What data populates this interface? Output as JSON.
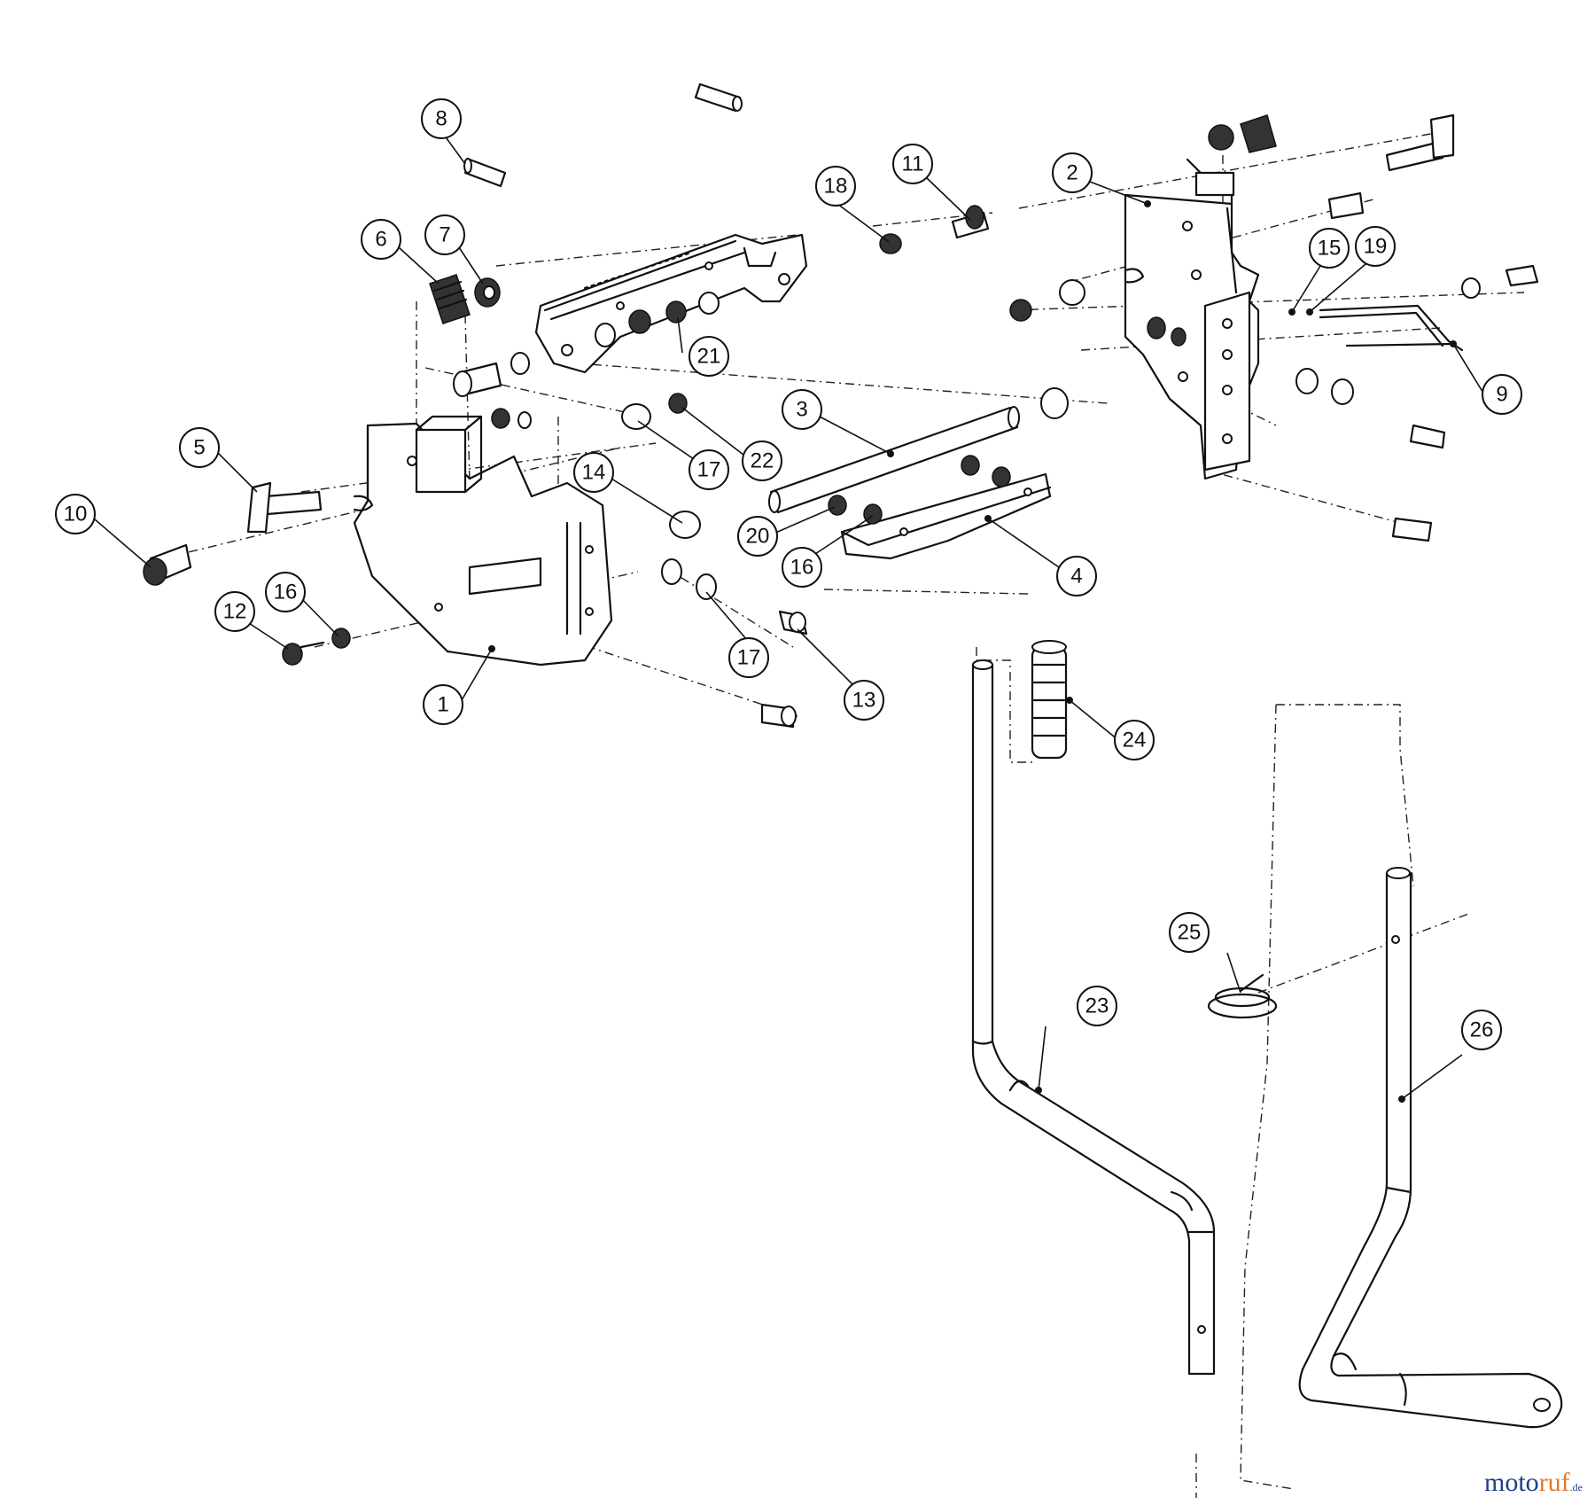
{
  "callouts": [
    {
      "id": "c1",
      "label": "1"
    },
    {
      "id": "c2",
      "label": "2"
    },
    {
      "id": "c3",
      "label": "3"
    },
    {
      "id": "c4",
      "label": "4"
    },
    {
      "id": "c5",
      "label": "5"
    },
    {
      "id": "c6",
      "label": "6"
    },
    {
      "id": "c7",
      "label": "7"
    },
    {
      "id": "c8",
      "label": "8"
    },
    {
      "id": "c9",
      "label": "9"
    },
    {
      "id": "c10",
      "label": "10"
    },
    {
      "id": "c11",
      "label": "11"
    },
    {
      "id": "c12",
      "label": "12"
    },
    {
      "id": "c13",
      "label": "13"
    },
    {
      "id": "c14",
      "label": "14"
    },
    {
      "id": "c15",
      "label": "15"
    },
    {
      "id": "c16a",
      "label": "16"
    },
    {
      "id": "c16b",
      "label": "16"
    },
    {
      "id": "c17a",
      "label": "17"
    },
    {
      "id": "c17b",
      "label": "17"
    },
    {
      "id": "c18",
      "label": "18"
    },
    {
      "id": "c19",
      "label": "19"
    },
    {
      "id": "c20",
      "label": "20"
    },
    {
      "id": "c21",
      "label": "21"
    },
    {
      "id": "c22",
      "label": "22"
    },
    {
      "id": "c23",
      "label": "23"
    },
    {
      "id": "c24",
      "label": "24"
    },
    {
      "id": "c25",
      "label": "25"
    },
    {
      "id": "c26",
      "label": "26"
    }
  ],
  "watermark": {
    "main": "moto",
    "accent": "ruf",
    "tld": ".de"
  },
  "colors": {
    "line": "#111111",
    "watermark_blue": "#1c3f8a",
    "watermark_orange": "#e0782a"
  }
}
